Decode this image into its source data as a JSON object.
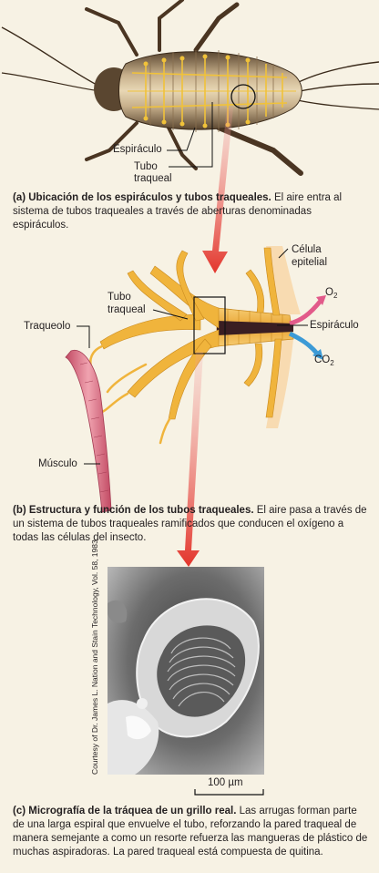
{
  "panel_a": {
    "labels": {
      "spiracle": "Espiráculo",
      "tube_line1": "Tubo",
      "tube_line2": "traqueal"
    },
    "caption_bold": "(a) Ubicación de los espiráculos y tubos traqueales.",
    "caption_text": " El aire entra al sistema de tubos traqueales a través de aberturas denominadas espiráculos."
  },
  "panel_b": {
    "labels": {
      "cell_line1": "Célula",
      "cell_line2": "epitelial",
      "tube_line1": "Tubo",
      "tube_line2": "traqueal",
      "o2_main": "O",
      "o2_sub": "2",
      "spiracle": "Espiráculo",
      "tracheole": "Traqueolo",
      "co2_main": "CO",
      "co2_sub": "2",
      "muscle": "Músculo"
    },
    "caption_bold": "(b) Estructura y función de los tubos traqueales.",
    "caption_text": " El aire pasa a través de un sistema de tubos traqueales ramificados que conducen el oxígeno a todas las células del insecto."
  },
  "panel_c": {
    "credit": "Courtesy of Dr. James L. Nation and Stain Technology, Vol. 58, 1983",
    "scale_bar": "100 µm",
    "caption_bold": "(c) Micrografía de la tráquea de un grillo real.",
    "caption_text": " Las arrugas forman parte de una larga espiral que envuelve el tubo, reforzando la pared traqueal de manera semejante a como un resorte refuerza las mangueras de plástico de muchas aspiradoras. La pared traqueal está compuesta de quitina."
  },
  "colors": {
    "background": "#f7f2e4",
    "arrow": "#e3352b",
    "trachea": "#f0b43c",
    "muscle": "#d9697e",
    "o2": "#e25a8a",
    "co2": "#3c9ad6"
  }
}
